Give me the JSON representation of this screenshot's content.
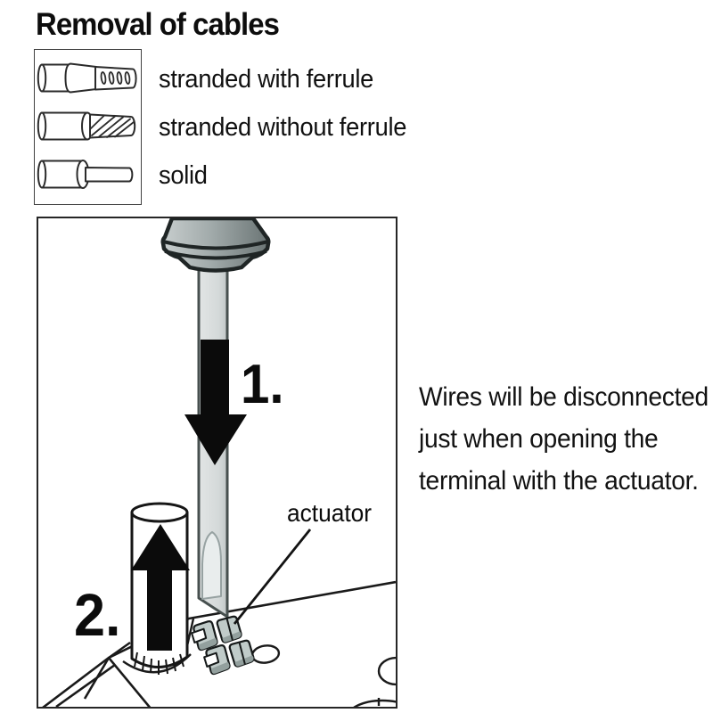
{
  "title": "Removal of cables",
  "legend": {
    "items": [
      {
        "icon": "stranded-with-ferrule-icon",
        "label": "stranded with ferrule"
      },
      {
        "icon": "stranded-without-ferrule-icon",
        "label": "stranded without ferrule"
      },
      {
        "icon": "solid-wire-icon",
        "label": "solid"
      }
    ]
  },
  "diagram": {
    "step1_label": "1.",
    "step2_label": "2.",
    "actuator_label": "actuator"
  },
  "note": {
    "lines": [
      "Wires will be disconnected",
      "just when opening the",
      "terminal with the actuator."
    ]
  },
  "colors": {
    "line": "#1a1a1a",
    "handle_light": "#c7cdcd",
    "handle_dark": "#6b7575",
    "shaft_gray": "#d8dcdc",
    "blade_highlight": "#e9eded",
    "clip_face": "#c0cbc9",
    "clip_shade": "#93a09e",
    "arrow_black": "#0b0b0b"
  }
}
